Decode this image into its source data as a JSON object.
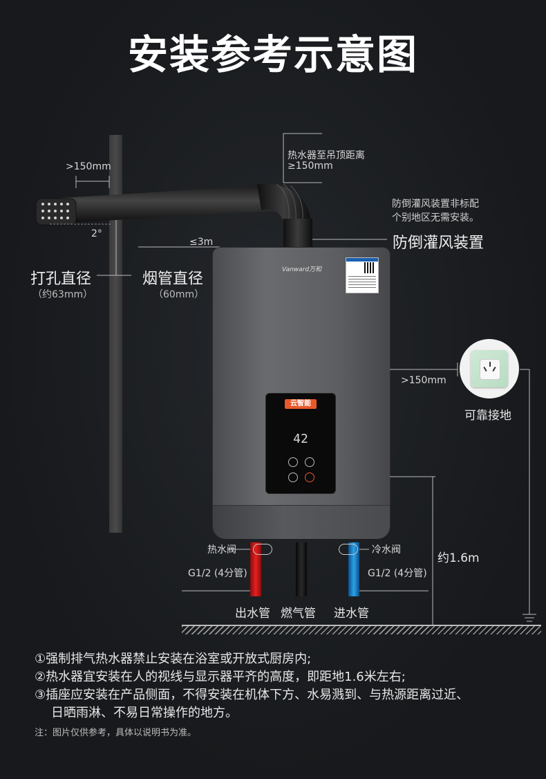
{
  "title": "安装参考示意图",
  "labels": {
    "wall_gap": ">150mm",
    "ceiling_gap_line1": "热水器至吊顶距离",
    "ceiling_gap_line2": "≥150mm",
    "anti_wind_note_line1": "防倒灌风装置非标配",
    "anti_wind_note_line2": "个别地区无需安装。",
    "anti_wind_device": "防倒灌风装置",
    "slope": "2°",
    "flue_length": "≤3m",
    "hole_diameter": "打孔直径",
    "hole_diameter_value": "（约63mm）",
    "flue_diameter": "烟管直径",
    "flue_diameter_value": "（60mm）",
    "side_gap": ">150mm",
    "socket_label": "可靠接地",
    "height": "约1.6m",
    "hot_valve": "热水阀",
    "cold_valve": "冷水阀",
    "pipe_spec_left": "G1/2 (4分管)",
    "pipe_spec_right": "G1/2 (4分管)",
    "outlet_pipe": "出水管",
    "gas_pipe": "燃气管",
    "inlet_pipe": "进水管"
  },
  "heater": {
    "brand": "Vanward万和",
    "panel_tag": "云智能",
    "display_value": "42"
  },
  "notes": [
    "①强制排气热水器禁止安装在浴室或开放式厨房内;",
    "②热水器宜安装在人的视线与显示器平齐的高度，即距地1.6米左右;",
    "③插座应安装在产品侧面，不得安装在机体下方、水易溅到、与热源距离过近、",
    "日晒雨淋、不易日常操作的地方。"
  ],
  "footnote": "注：图片仅供参考，具体以说明书为准。",
  "colors": {
    "background": "#17191c",
    "hot_pipe": "#e42020",
    "cold_pipe": "#2aa3e8",
    "gas_pipe": "#1a1a1a",
    "panel_accent": "#e8582a",
    "socket_green": "#b8dcc2"
  }
}
